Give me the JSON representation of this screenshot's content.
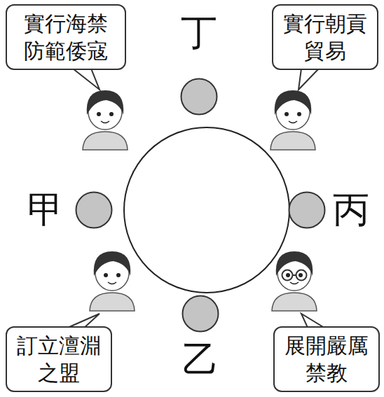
{
  "diagram": {
    "nodes": [
      {
        "text": [
          "實行海禁防範倭寇"
        ]
      },
      {
        "text": [
          "丁"
        ]
      },
      {
        "text": [
          "實行朝貢貿易"
        ]
      },
      {
        "text": [
          "甲"
        ]
      },
      {
        "text": [
          "丙"
        ]
      },
      {
        "text": [
          "訂立澶淵之盟"
        ]
      },
      {
        "text": [
          "乙"
        ]
      },
      {
        "text": [
          "展開嚴厲禁教"
        ]
      }
    ]
  }
}
